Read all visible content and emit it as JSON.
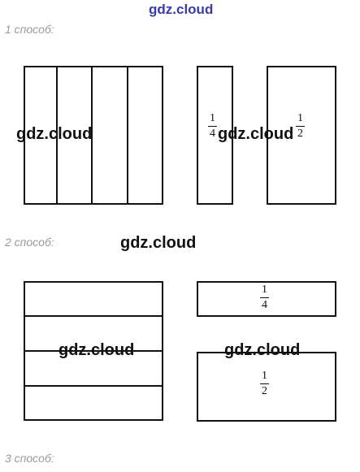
{
  "header": {
    "watermark": "gdz.cloud"
  },
  "methods": [
    {
      "label": "1 способ:"
    },
    {
      "label": "2 способ:"
    },
    {
      "label": "3 способ:"
    }
  ],
  "fractions": {
    "quarter": {
      "numerator": "1",
      "denominator": "4"
    },
    "half": {
      "numerator": "1",
      "denominator": "2"
    }
  },
  "watermarks": {
    "text": "gdz.cloud"
  }
}
